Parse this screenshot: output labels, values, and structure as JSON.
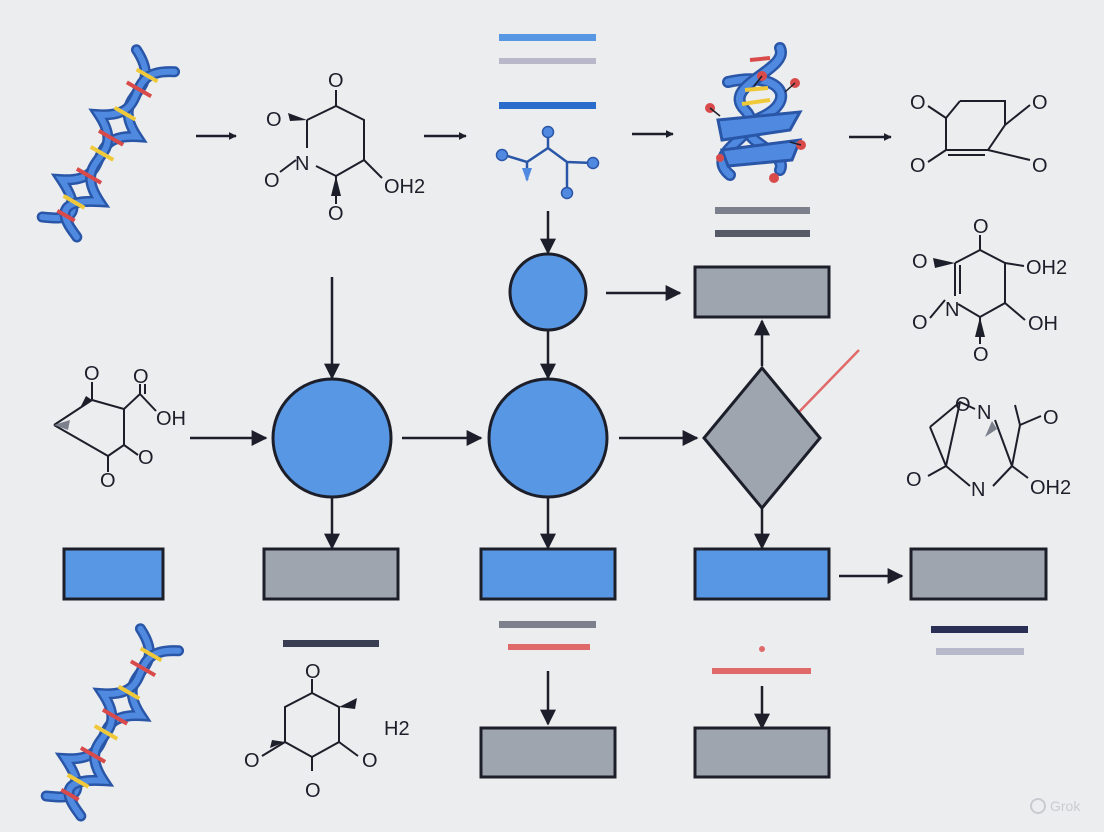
{
  "colors": {
    "background": "#ecedef",
    "blue": "#5897e3",
    "gray": "#9ea5ae",
    "stroke": "#1c1f2a",
    "red_line": "#e06a6a",
    "dna_blue": "#3f78cf",
    "dna_yellow": "#f0c93a",
    "dna_red": "#d94b4b"
  },
  "icons": [
    "dna-helix-icon",
    "folded-protein-icon",
    "molecule-node-icon",
    "watermark-icon"
  ],
  "molecules": {
    "m1": {
      "top_o": "O",
      "o_upper_left": "O",
      "n": "N",
      "o_lower_left": "O",
      "oh2": "OH2",
      "o_bottom": "O"
    },
    "m2": {
      "o_left_top": "O",
      "o_right_top": "O",
      "o_left_bottom": "O",
      "o_right_bottom": "O"
    },
    "m3": {
      "top_o": "O",
      "o_left": "O",
      "n": "N",
      "oh2": "OH2",
      "o_left_lower": "O",
      "oh": "OH",
      "o_bottom": "O"
    },
    "m4": {
      "o_top": "O",
      "o_right": "O",
      "oh": "OH",
      "o_bottom_right": "O",
      "o_bottom": "O"
    },
    "m5": {
      "o_top": "O",
      "n": "N",
      "o_right": "O",
      "o_left": "O",
      "n_bottom": "N",
      "oh2": "OH2"
    },
    "m6": {
      "o_top": "O",
      "h2": "H2",
      "o_left": "O",
      "o_right": "O",
      "o_bottom": "O"
    }
  },
  "watermark": "Grok"
}
